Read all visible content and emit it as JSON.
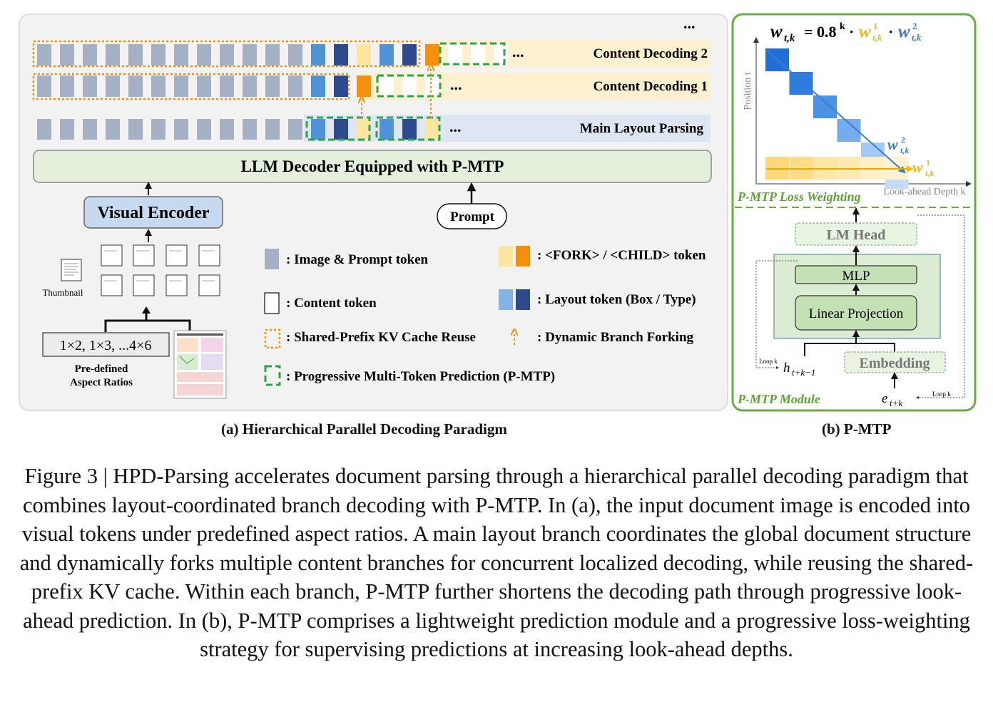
{
  "panel_a": {
    "ellipsis_top": "...",
    "rows": {
      "content2": "Content Decoding 2",
      "content1": "Content Decoding 1",
      "main": "Main Layout Parsing",
      "ellipsis": "..."
    },
    "decoder_label": "LLM Decoder Equipped with P-MTP",
    "visual_encoder": "Visual Encoder",
    "prompt": "Prompt",
    "thumbnail": "Thumbnail",
    "aspect_ratios": "1×2, 1×3, ...4×6",
    "aspect_caption_line1": "Pre-defined",
    "aspect_caption_line2": "Aspect Ratios",
    "legend": {
      "image_prompt": ": Image & Prompt token",
      "content": ": Content token",
      "kv_cache": ": Shared-Prefix KV Cache Reuse",
      "pmtp": ": Progressive Multi-Token Prediction (P-MTP)",
      "fork_child": ": <FORK>  / <CHILD> token",
      "layout": ": Layout token (Box / Type)",
      "forking": ": Dynamic Branch Forking"
    },
    "subcaption": "(a) Hierarchical Parallel Decoding Paradigm"
  },
  "panel_b": {
    "formula_lhs": "w",
    "formula_lhs_sub": "t,k",
    "formula_eq": "= 0.8",
    "formula_exp": "k",
    "formula_dot": "·",
    "formula_w1": "w",
    "formula_w1_sup": "1",
    "formula_w1_sub": "t,k",
    "formula_w2": "w",
    "formula_w2_sup": "2",
    "formula_w2_sub": "t,k",
    "y_axis": "Position t",
    "x_axis": "Look-ahead Depth k",
    "loss_title": "P-MTP Loss Weighting",
    "lm_head": "LM Head",
    "mlp": "MLP",
    "linear": "Linear Projection",
    "embedding": "Embedding",
    "h_var": "h",
    "h_sub": "t+k−1",
    "e_var": "e",
    "e_sub": "t+k",
    "loop_k": "Loop k",
    "module_title": "P-MTP Module",
    "subcaption": "(b) P-MTP"
  },
  "caption": "Figure 3 | HPD-Parsing accelerates document parsing through a hierarchical parallel decoding paradigm that combines layout-coordinated branch decoding with P-MTP. In (a), the input document image is encoded into visual tokens under predefined aspect ratios. A main layout branch coordinates the global document structure and dynamically forks multiple content branches for concurrent localized decoding, while reusing the shared-prefix KV cache. Within each branch, P-MTP further shortens the decoding path through progressive look-ahead prediction. In (b), P-MTP comprises a lightweight prediction module and a progressive loss-weighting strategy for supervising predictions at increasing look-ahead depths.",
  "colors": {
    "gray_token": "#a4b0c4",
    "light_blue": "#4f93d6",
    "dark_blue": "#2c4a8c",
    "fork": "#fde5a0",
    "child": "#f5900a",
    "kv_orange": "#f5900a",
    "pmtp_green": "#2aa648",
    "panel_green": "#6aad3f",
    "w1": "#f2b81f",
    "w2": "#3d7cc9"
  }
}
